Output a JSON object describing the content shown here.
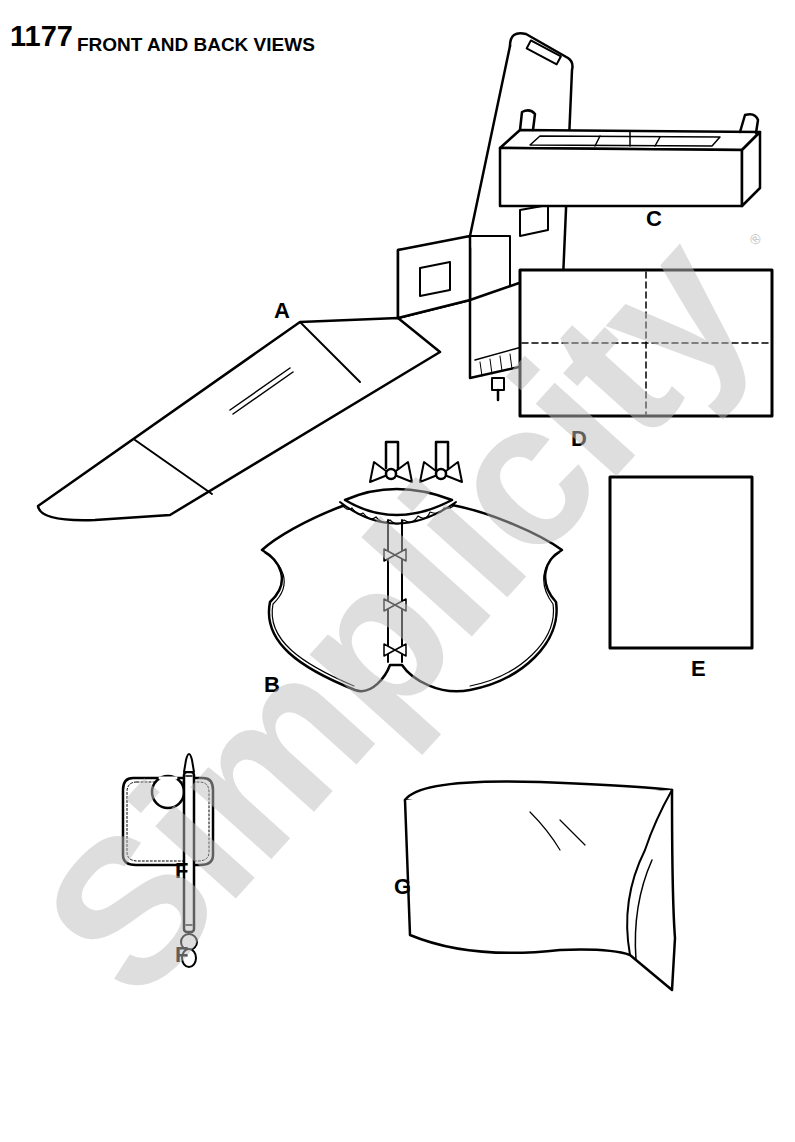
{
  "diagram": {
    "title": "FRONT AND BACK VIEWS",
    "labels": [
      "1177",
      "A",
      "C",
      "D",
      "B",
      "E",
      "F",
      "F",
      "G",
      "Simplicity",
      "®"
    ]
  }
}
